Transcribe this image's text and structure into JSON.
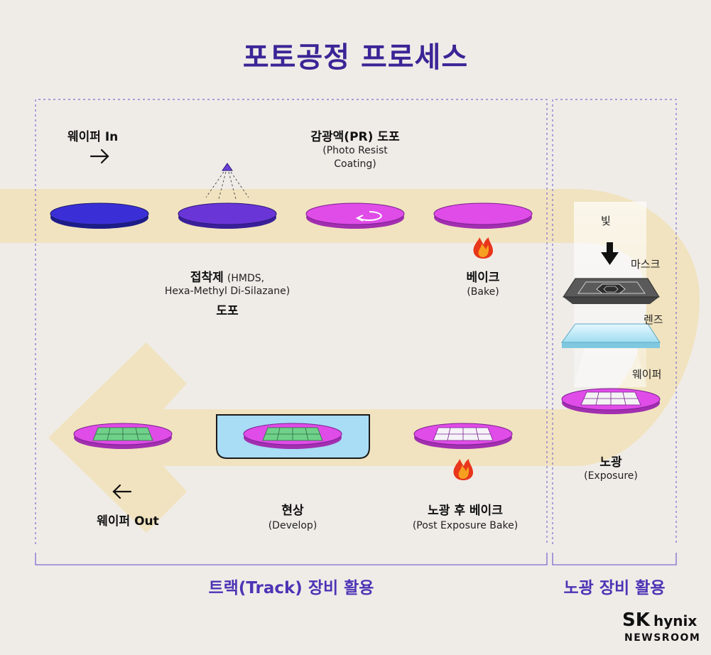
{
  "title": "포토공정 프로세스",
  "steps": {
    "wafer_in": "웨이퍼 In",
    "pr_coating": {
      "label": "감광액(PR) 도포",
      "sub1": "(Photo Resist",
      "sub2": "Coating)"
    },
    "hmds": {
      "label": "접착제",
      "sub1": "(HMDS,",
      "sub2": "Hexa-Methyl Di-Silazane)",
      "label2": "도포"
    },
    "bake": {
      "label": "베이크",
      "sub": "(Bake)"
    },
    "develop": {
      "label": "현상",
      "sub": "(Develop)"
    },
    "peb": {
      "label": "노광 후 베이크",
      "sub": "(Post Exposure Bake)"
    },
    "wafer_out": "웨이퍼 Out",
    "exposure": {
      "label": "노광",
      "sub": "(Exposure)"
    }
  },
  "exposure_parts": {
    "light": "빛",
    "mask": "마스크",
    "lens": "렌즈",
    "wafer": "웨이퍼"
  },
  "sections": {
    "track": "트랙(Track) 장비 활용",
    "exposure": "노광 장비 활용"
  },
  "logo": {
    "sk": "SK",
    "hynix": "hynix",
    "newsroom": "NEWSROOM"
  },
  "colors": {
    "title": "#3b2596",
    "section_text": "#4d33b5",
    "flow_path": "#f1e3bf",
    "wafer_blue": "#3a2fd6",
    "wafer_violet": "#6a35d6",
    "wafer_magenta": "#e04ce8",
    "develop_bath": "#a9dcf5",
    "dashed_border": "#7d6bd0"
  }
}
